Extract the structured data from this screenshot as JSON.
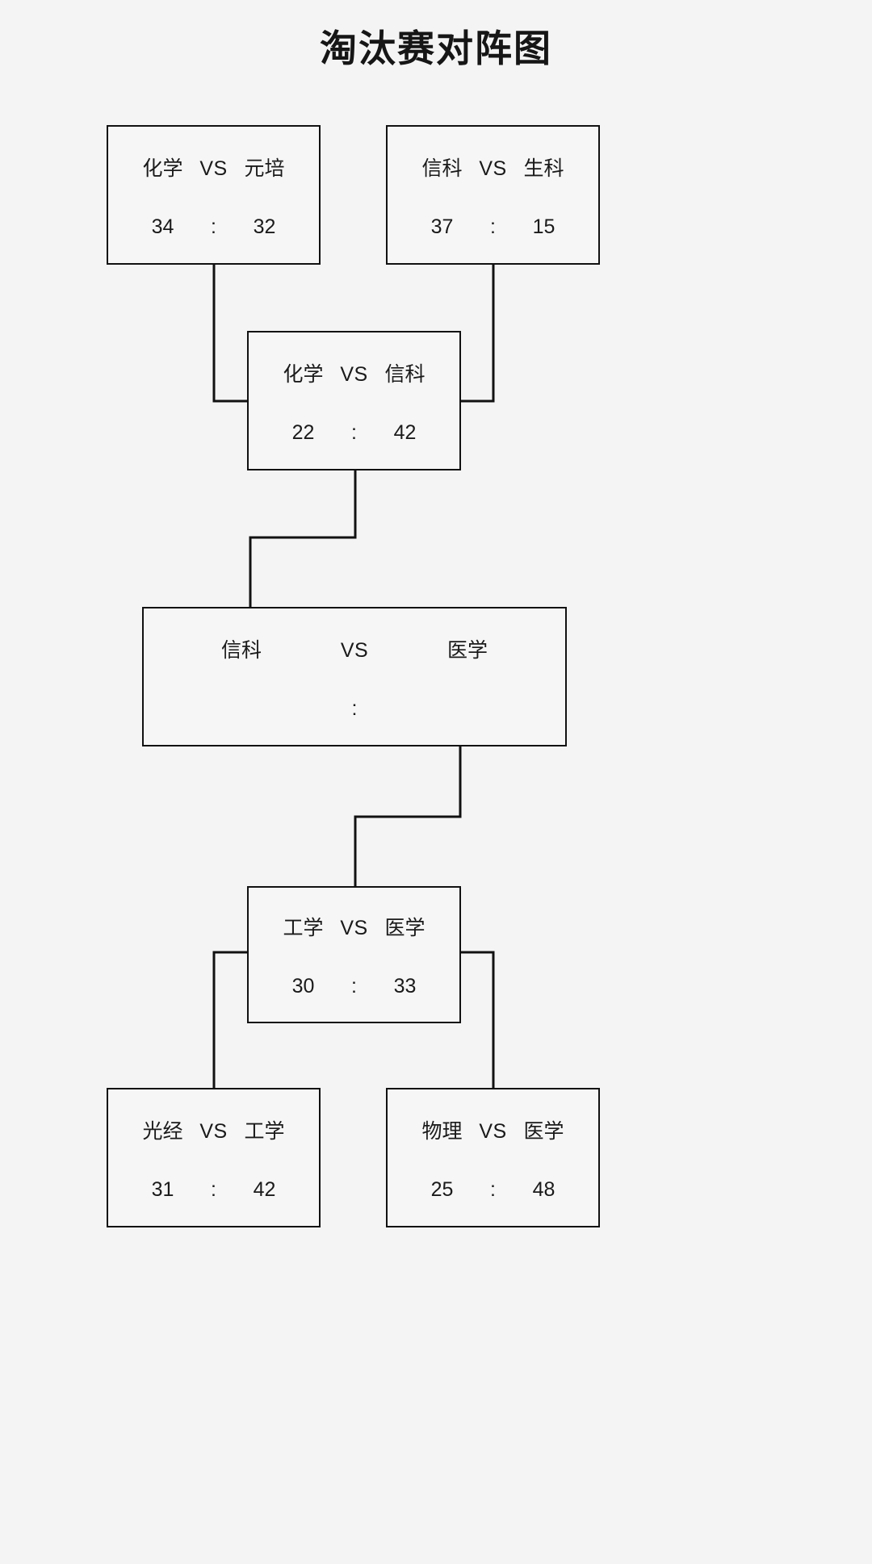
{
  "title": "淘汰赛对阵图",
  "separators": {
    "vs": "VS",
    "score": ":"
  },
  "theme": {
    "background": "#f4f4f4",
    "box_fill": "#f6f6f6",
    "box_border": "#111111",
    "text": "#1a1a1a",
    "line": "#111111"
  },
  "chart_data": {
    "type": "diagram",
    "title": "淘汰赛对阵图",
    "matches": [
      {
        "id": "qf-left",
        "round": "quarterfinal",
        "team_left": "化学",
        "team_right": "元培",
        "score_left": "34",
        "score_right": "32",
        "winner": "化学"
      },
      {
        "id": "qf-right",
        "round": "quarterfinal",
        "team_left": "信科",
        "team_right": "生科",
        "score_left": "37",
        "score_right": "15",
        "winner": "信科"
      },
      {
        "id": "sf-top",
        "round": "semifinal",
        "team_left": "化学",
        "team_right": "信科",
        "score_left": "22",
        "score_right": "42",
        "winner": "信科"
      },
      {
        "id": "final",
        "round": "final",
        "team_left": "信科",
        "team_right": "医学",
        "score_left": "",
        "score_right": "",
        "winner": ""
      },
      {
        "id": "sf-bottom",
        "round": "semifinal",
        "team_left": "工学",
        "team_right": "医学",
        "score_left": "30",
        "score_right": "33",
        "winner": "医学"
      },
      {
        "id": "qf-bottom-left",
        "round": "quarterfinal",
        "team_left": "光经",
        "team_right": "工学",
        "score_left": "31",
        "score_right": "42",
        "winner": "工学"
      },
      {
        "id": "qf-bottom-right",
        "round": "quarterfinal",
        "team_left": "物理",
        "team_right": "医学",
        "score_left": "25",
        "score_right": "48",
        "winner": "医学"
      }
    ]
  }
}
